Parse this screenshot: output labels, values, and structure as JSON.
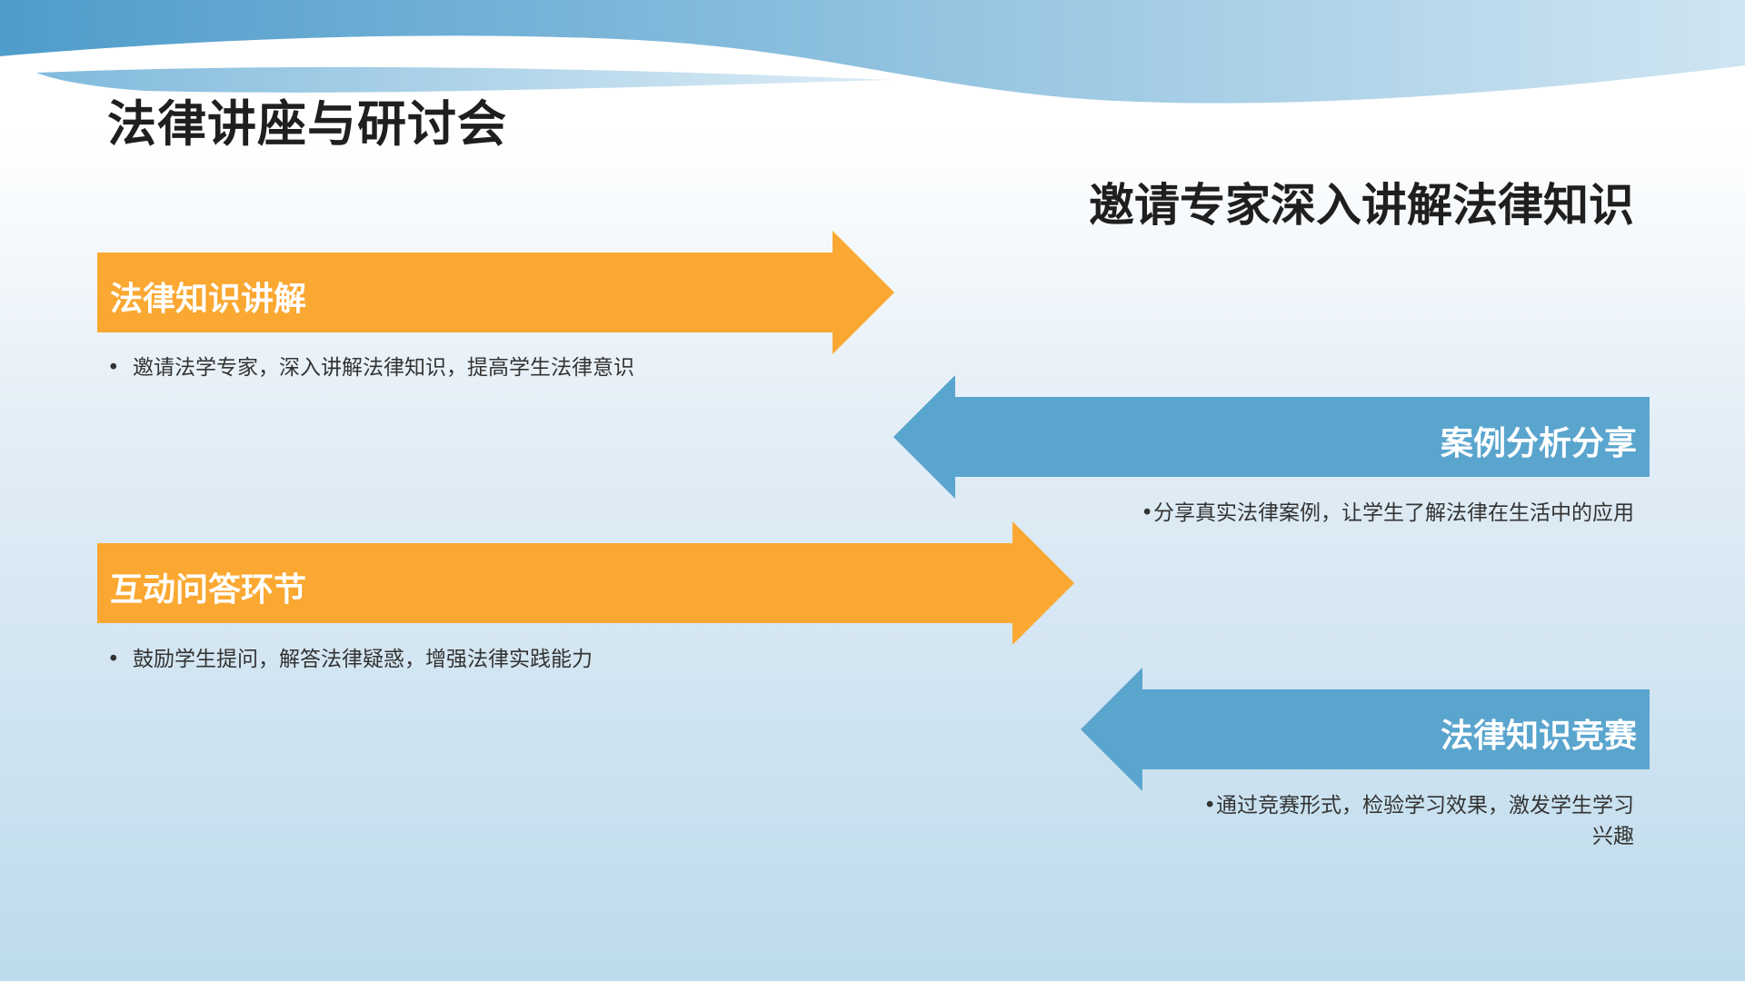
{
  "title": "法律讲座与研讨会",
  "subtitle": "邀请专家深入讲解法律知识",
  "colors": {
    "orange": "#FAA832",
    "blue": "#5AA5CE",
    "wave_dark": "#4E9CCB",
    "wave_light": "#BFDCEE"
  },
  "items": [
    {
      "heading": "法律知识讲解",
      "bullet": "•",
      "description": "邀请法学专家，深入讲解法律知识，提高学生法律意识"
    },
    {
      "heading": "案例分析分享",
      "bullet": "•",
      "description": "分享真实法律案例，让学生了解法律在生活中的应用"
    },
    {
      "heading": "互动问答环节",
      "bullet": "•",
      "description": "鼓励学生提问，解答法律疑惑，增强法律实践能力"
    },
    {
      "heading": "法律知识竞赛",
      "bullet": "•",
      "description_line1": "通过竞赛形式，检验学习效果，激发学生学习",
      "description_line2": "兴趣"
    }
  ]
}
